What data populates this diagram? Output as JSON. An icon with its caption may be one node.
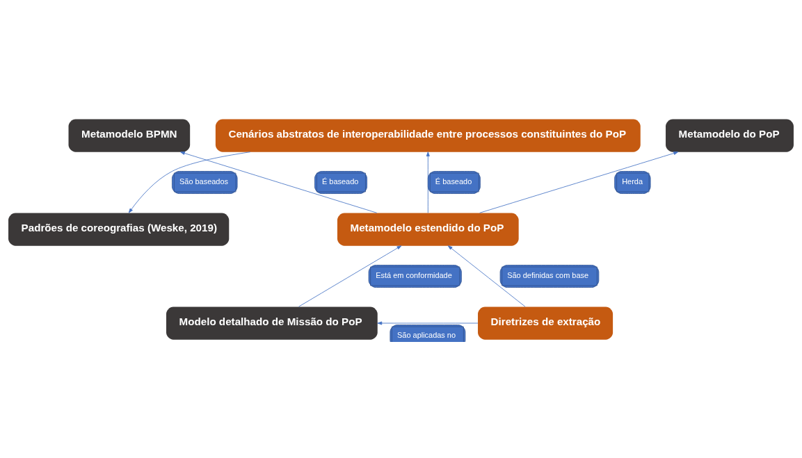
{
  "diagram": {
    "nodes": [
      {
        "text": [
          "Metamodelo BPMN"
        ]
      },
      {
        "text": [
          "Metamodelo do PoP"
        ]
      },
      {
        "text": [
          "Cenários abstratos de interoperabilidade entre processos constituintes do PoP"
        ]
      },
      {
        "text": [
          "Metamodelo estendido do PoP"
        ]
      },
      {
        "text": [
          "Padrões de coreografias (Weske, 2019)"
        ]
      },
      {
        "text": [
          "Modelo detalhado de Missão do PoP"
        ]
      },
      {
        "text": [
          "Diretrizes de extração"
        ]
      }
    ],
    "edges": [
      {
        "from": 3,
        "to": 0,
        "arrow": "to",
        "label": "É baseado"
      },
      {
        "from": 3,
        "to": 1,
        "arrow": "to",
        "label": "Herda"
      },
      {
        "from": 3,
        "to": 2,
        "arrow": "to",
        "label": "É baseado"
      },
      {
        "from": 2,
        "to": 4,
        "arrow": "to",
        "label": "São baseados"
      },
      {
        "from": 5,
        "to": 3,
        "arrow": "to",
        "label": "Está em conformidade"
      },
      {
        "from": 6,
        "to": 3,
        "arrow": "to",
        "label": "São definidas com base"
      },
      {
        "from": 6,
        "to": 5,
        "arrow": "to",
        "label": "São aplicadas no"
      }
    ]
  }
}
